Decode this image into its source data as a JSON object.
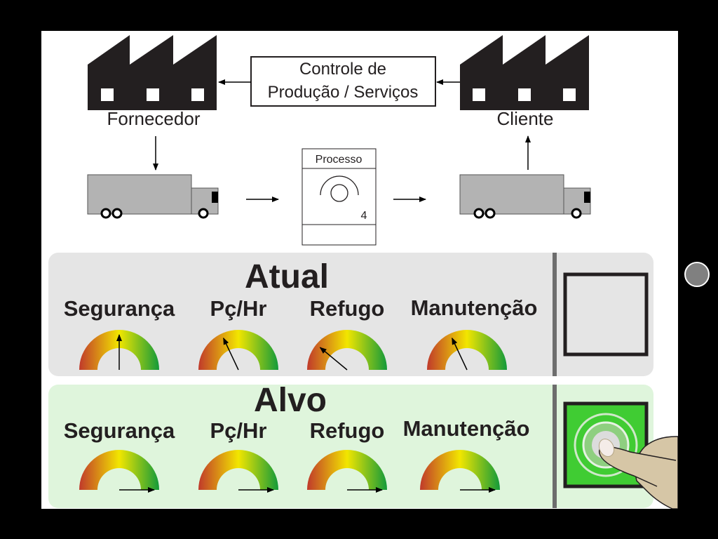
{
  "flow": {
    "control_box": {
      "line1": "Controle de",
      "line2": "Produção / Serviços"
    },
    "supplier": {
      "label": "Fornecedor",
      "icon": "factory-icon"
    },
    "customer": {
      "label": "Cliente",
      "icon": "factory-icon"
    },
    "process": {
      "title": "Processo",
      "operators": "4",
      "icon": "operator-icon"
    },
    "trucks": [
      "truck-icon",
      "truck-icon"
    ]
  },
  "current": {
    "title": "Atual",
    "panel_color": "#e5e5e5",
    "metrics": [
      {
        "label": "Segurança",
        "level": 0.5
      },
      {
        "label": "Pç/Hr",
        "level": 0.36
      },
      {
        "label": "Refugo",
        "level": 0.22
      },
      {
        "label": "Manutenção",
        "level": 0.36
      }
    ],
    "button_state": "empty"
  },
  "target": {
    "title": "Alvo",
    "panel_color": "#dff5dc",
    "metrics": [
      {
        "label": "Segurança",
        "level": 1.0
      },
      {
        "label": "Pç/Hr",
        "level": 1.0
      },
      {
        "label": "Refugo",
        "level": 1.0
      },
      {
        "label": "Manutenção",
        "level": 1.0
      }
    ],
    "button_color": "#40cc33"
  },
  "colors": {
    "gauge_low": "#c0392b",
    "gauge_mid": "#f2e600",
    "gauge_high": "#139a3a",
    "truck": "#b3b3b3",
    "factory": "#231f20"
  }
}
